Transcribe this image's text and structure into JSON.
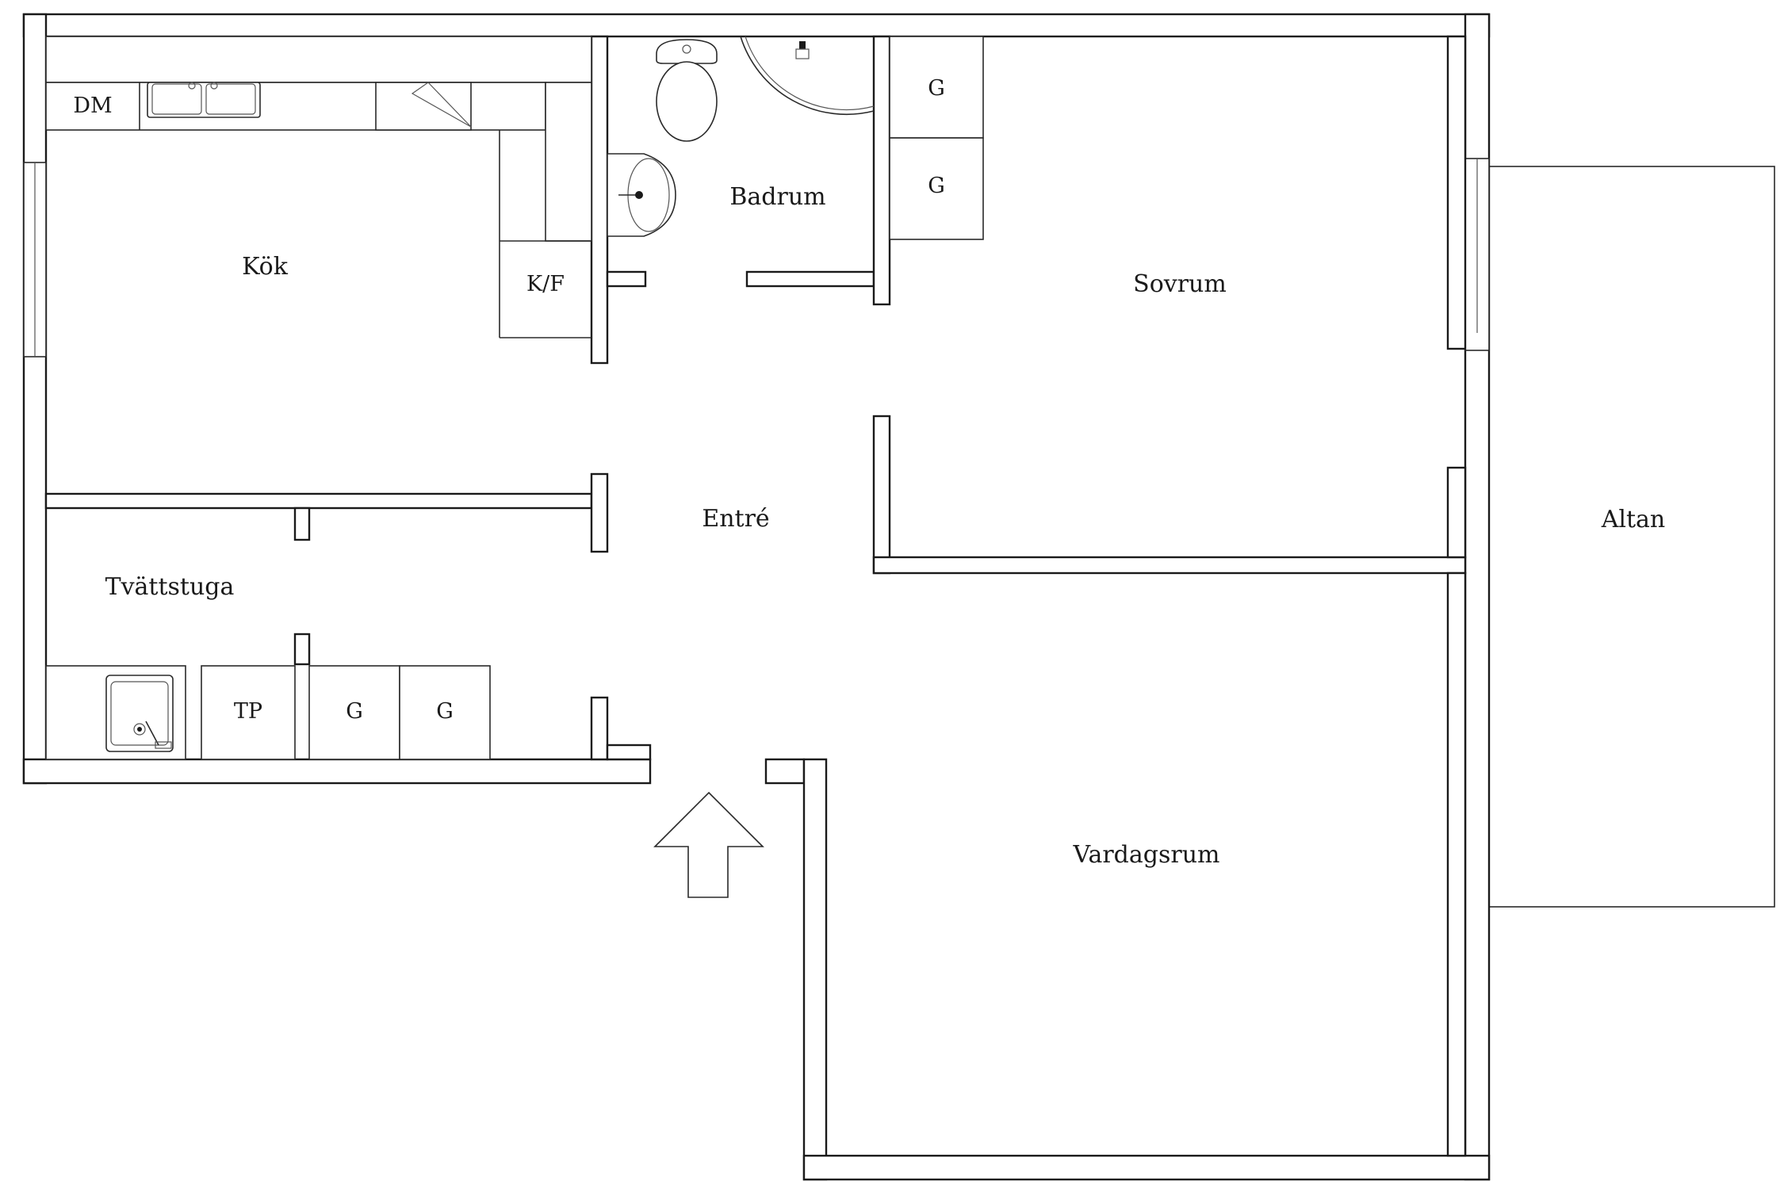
{
  "rooms": {
    "kitchen": "Kök",
    "bathroom": "Badrum",
    "bedroom": "Sovrum",
    "entrance": "Entré",
    "laundry": "Tvättstuga",
    "living_room": "Vardagsrum",
    "terrace": "Altan"
  },
  "fixtures": {
    "dishwasher": "DM",
    "fridge_freezer": "K/F",
    "dryer": "TP",
    "wardrobe_1": "G",
    "wardrobe_2": "G",
    "wardrobe_3": "G",
    "wardrobe_4": "G"
  },
  "icons": {
    "entrance_marker": "entrance-arrow-icon"
  },
  "colors": {
    "line": "#1a1a1a",
    "background": "#ffffff"
  }
}
